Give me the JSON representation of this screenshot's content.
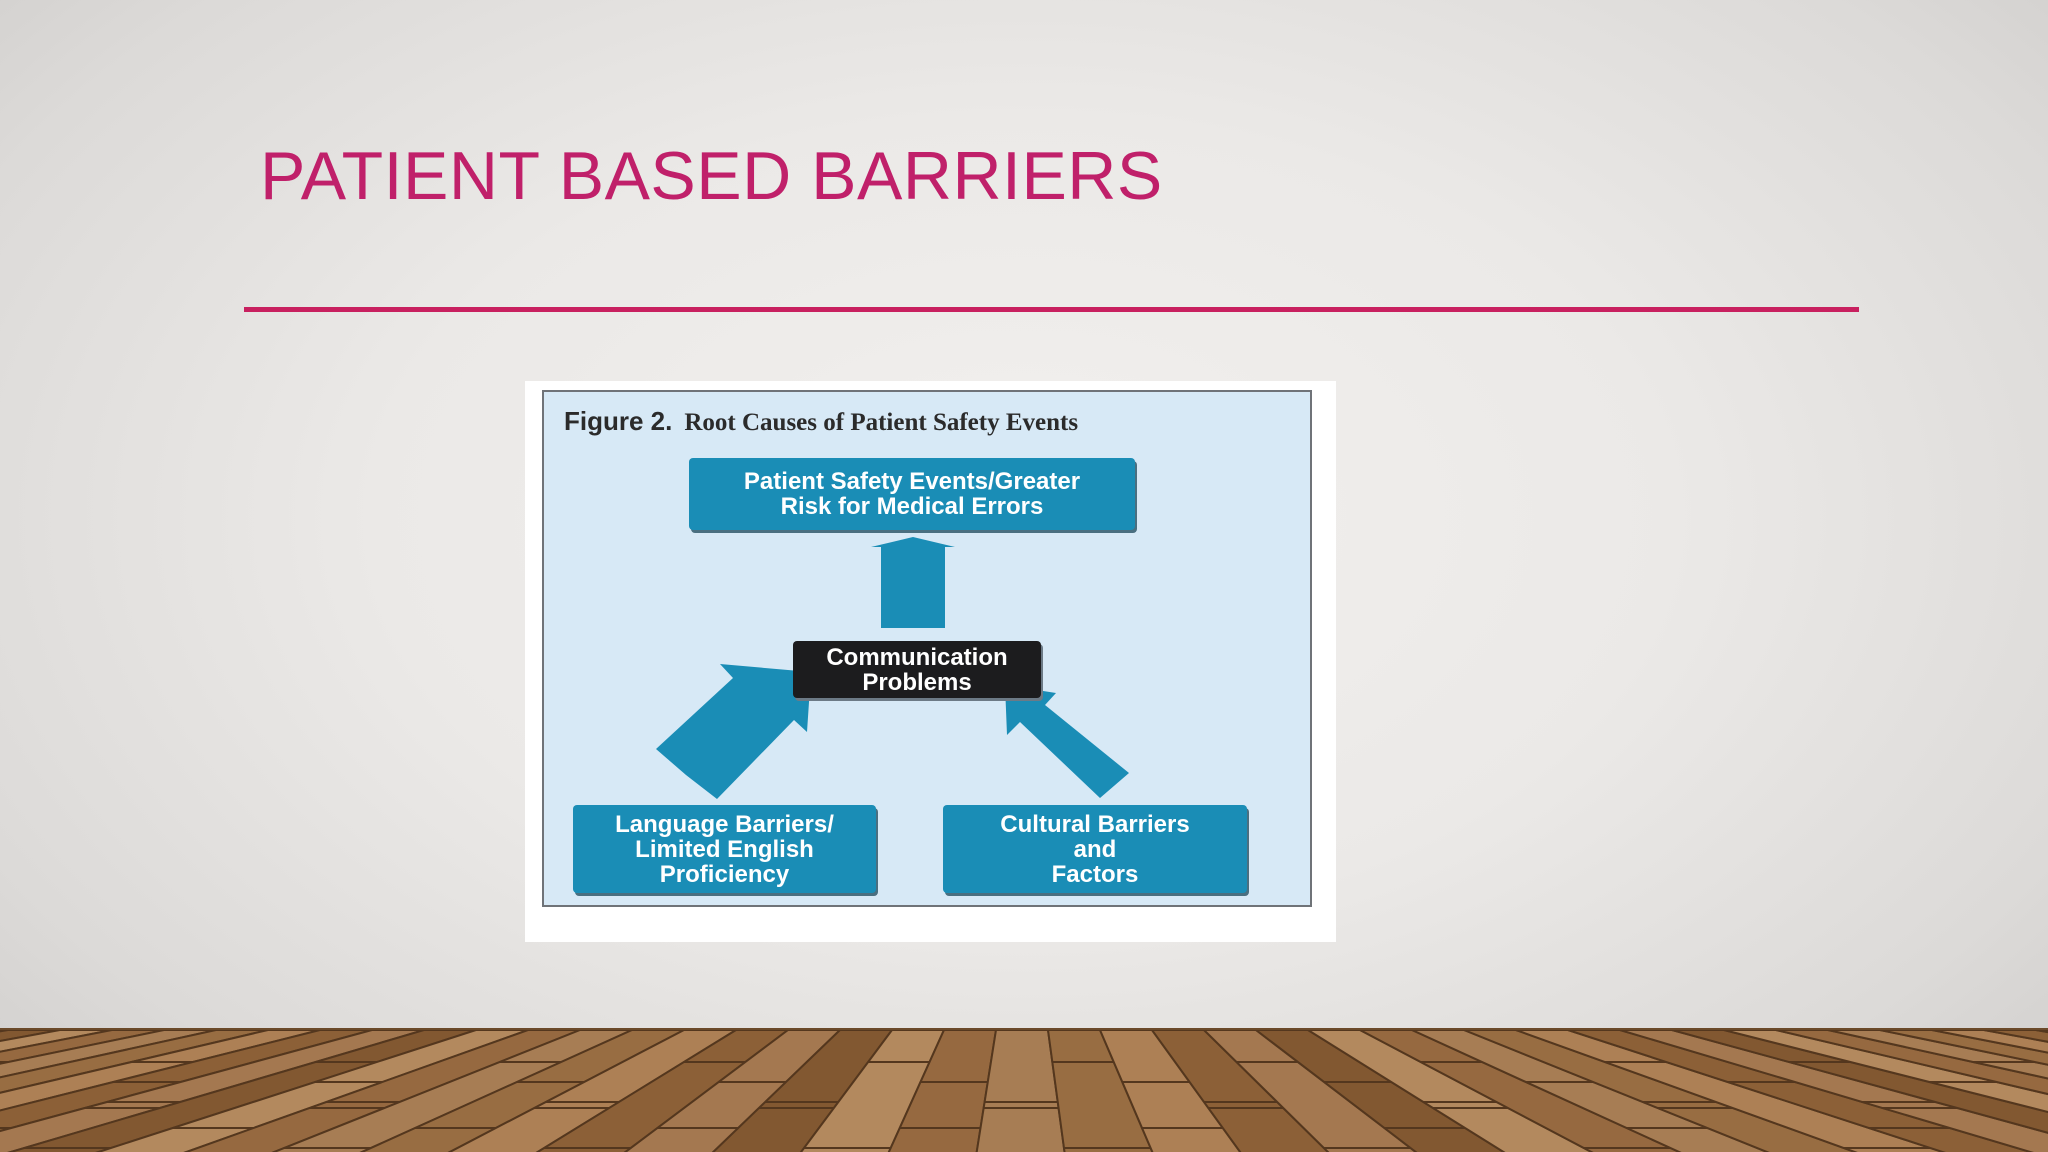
{
  "slide": {
    "title": "PATIENT BASED BARRIERS",
    "accent_color": "#c0206a"
  },
  "figure": {
    "label": "Figure 2.",
    "title": "Root Causes of Patient Safety Events",
    "nodes": {
      "top": "Patient Safety Events/Greater\nRisk for Medical Errors",
      "middle": "Communication\nProblems",
      "left": "Language Barriers/\nLimited English\nProficiency",
      "right": "Cultural Barriers\nand\nFactors"
    },
    "colors": {
      "box": "#1a8db6",
      "center_box": "#1c1c1e",
      "arrow": "#1a8db6",
      "panel": "#d7e9f6"
    }
  },
  "decor": {
    "floor": "wood-plank-floor"
  }
}
